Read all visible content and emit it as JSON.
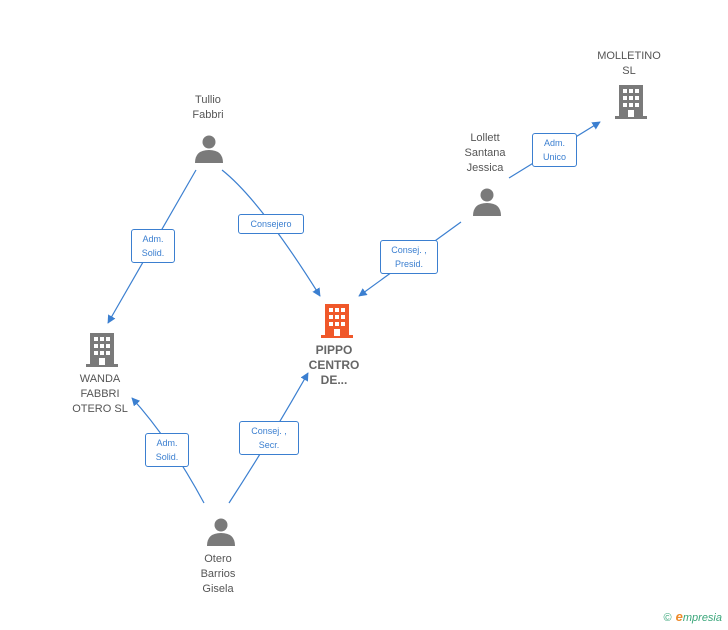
{
  "nodes": {
    "tullio": {
      "name": [
        "Tullio",
        "Fabbri"
      ],
      "kind": "person"
    },
    "lollett": {
      "name": [
        "Lollett",
        "Santana",
        "Jessica"
      ],
      "kind": "person"
    },
    "molletino": {
      "name": [
        "MOLLETINO",
        "SL"
      ],
      "kind": "company"
    },
    "wanda": {
      "name": [
        "WANDA",
        "FABBRI",
        "OTERO  SL"
      ],
      "kind": "company"
    },
    "pippo": {
      "name": [
        "PIPPO",
        "CENTRO",
        "DE..."
      ],
      "kind": "company-focus"
    },
    "otero": {
      "name": [
        "Otero",
        "Barrios",
        "Gisela"
      ],
      "kind": "person"
    }
  },
  "edges": {
    "tullio_wanda": [
      "Adm.",
      "Solid."
    ],
    "tullio_pippo": [
      "Consejero"
    ],
    "lollett_molletino": [
      "Adm.",
      "Unico"
    ],
    "lollett_pippo": [
      "Consej. ,",
      "Presid."
    ],
    "otero_wanda": [
      "Adm.",
      "Solid."
    ],
    "otero_pippo": [
      "Consej. ,",
      "Secr."
    ]
  },
  "colors": {
    "edge": "#3b7fd0",
    "icon": "#7a7a7a",
    "focus": "#f0582a"
  },
  "icons": {
    "person": "person-icon",
    "company": "building-icon"
  },
  "brand": {
    "copyright": "©",
    "initial": "e",
    "name": "mpresia"
  }
}
